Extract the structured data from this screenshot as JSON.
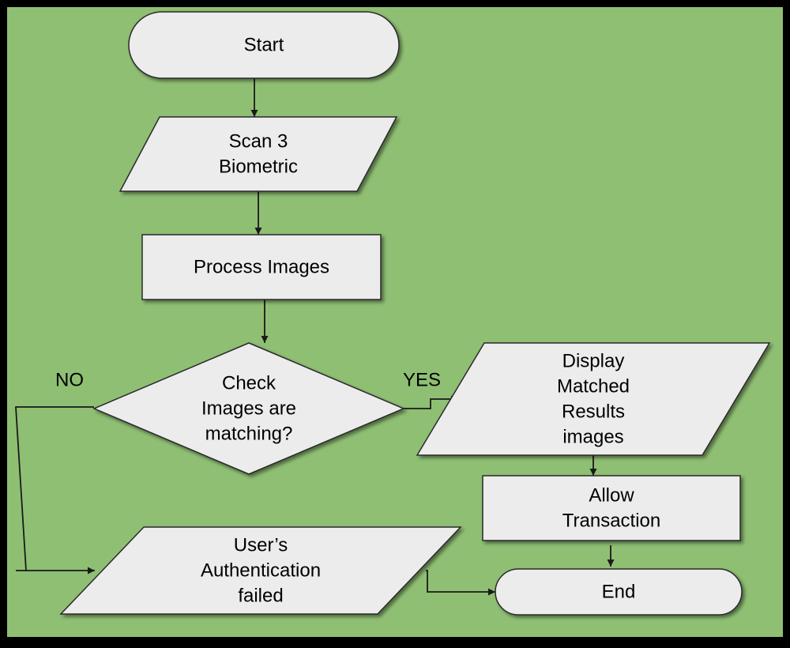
{
  "colors": {
    "background": "#8fbf73",
    "border": "#000000",
    "shape_fill": "#ececec",
    "shape_stroke": "#2a2a2a",
    "connector": "#1a1a1a"
  },
  "nodes": {
    "start": {
      "shape": "terminator",
      "lines": [
        "Start"
      ]
    },
    "scan": {
      "shape": "data",
      "lines": [
        "Scan 3",
        "Biometric"
      ]
    },
    "process": {
      "shape": "process",
      "lines": [
        "Process Images"
      ]
    },
    "check": {
      "shape": "decision",
      "lines": [
        "Check",
        "Images are",
        "matching?"
      ]
    },
    "display": {
      "shape": "data",
      "lines": [
        "Display",
        "Matched",
        "Results",
        "images"
      ]
    },
    "allow": {
      "shape": "process",
      "lines": [
        "Allow",
        "Transaction"
      ]
    },
    "failed": {
      "shape": "data",
      "lines": [
        "User’s",
        "Authentication",
        "failed"
      ]
    },
    "end": {
      "shape": "terminator",
      "lines": [
        "End"
      ]
    }
  },
  "edges": [
    {
      "from": "start",
      "to": "scan",
      "label": ""
    },
    {
      "from": "scan",
      "to": "process",
      "label": ""
    },
    {
      "from": "process",
      "to": "check",
      "label": ""
    },
    {
      "from": "check",
      "to": "display",
      "label": "YES"
    },
    {
      "from": "check",
      "to": "failed",
      "label": "NO"
    },
    {
      "from": "display",
      "to": "allow",
      "label": ""
    },
    {
      "from": "allow",
      "to": "end",
      "label": ""
    },
    {
      "from": "failed",
      "to": "end",
      "label": ""
    }
  ]
}
